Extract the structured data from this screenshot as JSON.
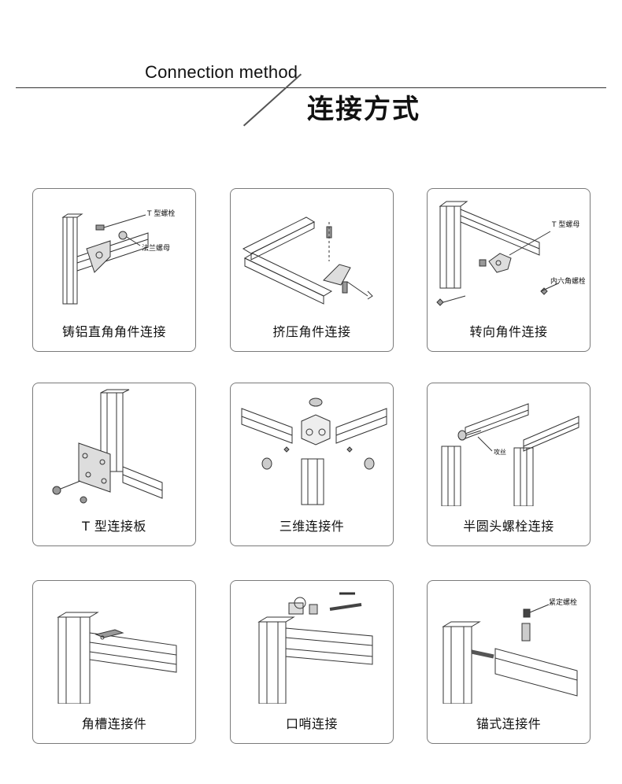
{
  "header": {
    "title_en": "Connection method",
    "title_cn": "连接方式"
  },
  "cards": [
    {
      "caption": "铸铝直角角件连接",
      "labels": [
        "T 型螺栓",
        "法兰螺母"
      ]
    },
    {
      "caption": "挤压角件连接",
      "labels": []
    },
    {
      "caption": "转向角件连接",
      "labels": [
        "T 型螺母",
        "内六角螺栓"
      ]
    },
    {
      "caption": "T 型连接板",
      "labels": []
    },
    {
      "caption": "三维连接件",
      "labels": []
    },
    {
      "caption": "半圆头螺栓连接",
      "labels": [
        "攻丝"
      ]
    },
    {
      "caption": "角槽连接件",
      "labels": []
    },
    {
      "caption": "口哨连接",
      "labels": []
    },
    {
      "caption": "锚式连接件",
      "labels": [
        "紧定螺栓"
      ]
    }
  ],
  "colors": {
    "border": "#7a7a7a",
    "line": "#333333",
    "text": "#111111"
  }
}
